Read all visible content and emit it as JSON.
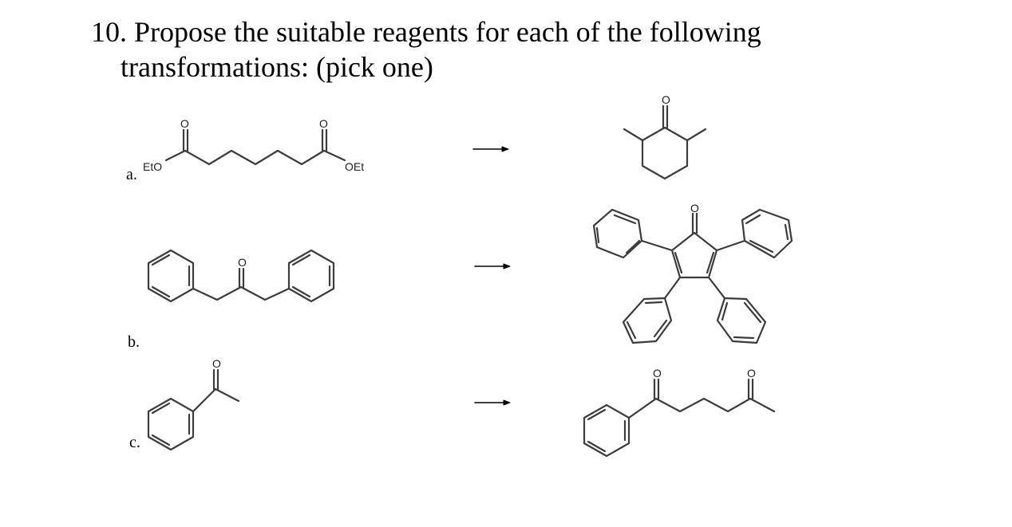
{
  "question": {
    "line1": "10. Propose the suitable reagents for each of the following",
    "line2": "transformations: (pick one)"
  },
  "parts": [
    {
      "label": "a.",
      "reactant_atom_labels": [
        "EtO",
        "OEt",
        "O",
        "O"
      ],
      "product_atom_labels": [
        "O"
      ]
    },
    {
      "label": "b.",
      "reactant_atom_labels": [
        "O"
      ],
      "product_atom_labels": [
        "O"
      ]
    },
    {
      "label": "c.",
      "reactant_atom_labels": [
        "O"
      ],
      "product_atom_labels": [
        "O",
        "O"
      ]
    }
  ]
}
